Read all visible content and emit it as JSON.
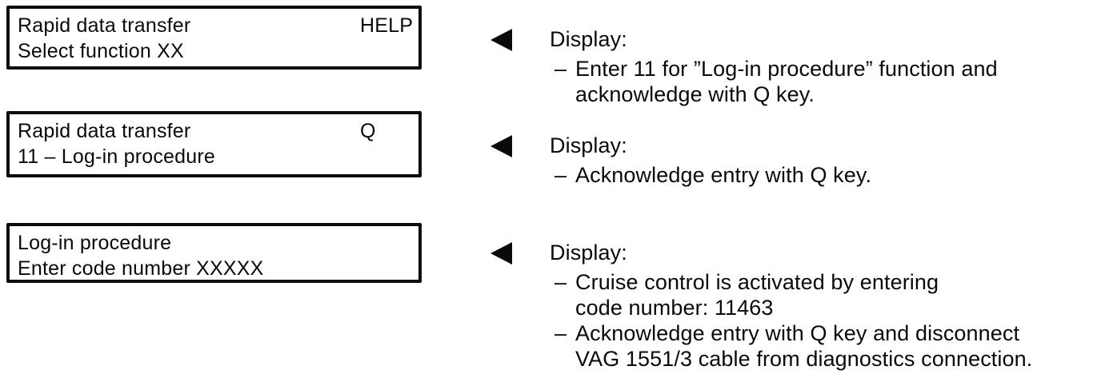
{
  "colors": {
    "ink": "#0a0a0a",
    "paper": "#ffffff"
  },
  "steps": [
    {
      "display": {
        "line1": "Rapid data transfer",
        "key": "HELP",
        "line2": "Select function XX"
      },
      "note": {
        "title": "Display:",
        "lines": [
          {
            "dash": "–",
            "text": "Enter 11 for ”Log-in procedure” function and"
          },
          {
            "text": "acknowledge with Q key."
          }
        ]
      }
    },
    {
      "display": {
        "line1": "Rapid data transfer",
        "key": "Q",
        "line2": "11 – Log-in procedure"
      },
      "note": {
        "title": "Display:",
        "lines": [
          {
            "dash": "–",
            "text": "Acknowledge entry with Q key."
          }
        ]
      }
    },
    {
      "display": {
        "line1": "Log-in procedure",
        "key": "",
        "line2": "Enter code number XXXXX"
      },
      "note": {
        "title": "Display:",
        "lines": [
          {
            "dash": "–",
            "text": "Cruise control is activated by entering"
          },
          {
            "text": "code number: 11463"
          },
          {
            "dash": "–",
            "text": "Acknowledge entry with Q key and disconnect"
          },
          {
            "text": "VAG 1551/3 cable from diagnostics connection."
          }
        ]
      }
    }
  ]
}
